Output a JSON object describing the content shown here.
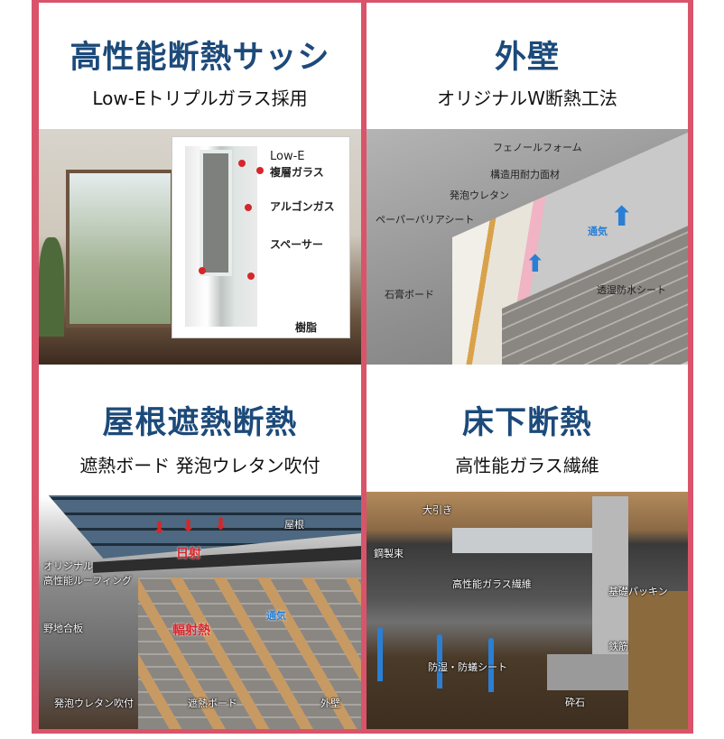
{
  "panels": [
    {
      "title": "高性能断熱サッシ",
      "subtitle": "Low-Eトリプルガラス採用",
      "labels": [
        "Low-E",
        "複層ガラス",
        "アルゴンガス",
        "スペーサー",
        "樹脂"
      ]
    },
    {
      "title": "外壁",
      "subtitle": "オリジナルW断熱工法",
      "labels": [
        "フェノールフォーム",
        "構造用耐力面材",
        "発泡ウレタン",
        "ペーパーバリアシート",
        "通気",
        "石膏ボード",
        "透湿防水シート"
      ]
    },
    {
      "title": "屋根遮熱断熱",
      "subtitle": "遮熱ボード 発泡ウレタン吹付",
      "labels": [
        "屋根",
        "日射",
        "オリジナル",
        "高性能ルーフィング",
        "野地合板",
        "通気",
        "輻射熱",
        "発泡ウレタン吹付",
        "遮熱ボード",
        "外壁"
      ]
    },
    {
      "title": "床下断熱",
      "subtitle": "高性能ガラス繊維",
      "labels": [
        "大引き",
        "鋼製束",
        "高性能ガラス繊維",
        "基礎パッキン",
        "鉄筋",
        "防湿・防蟻シート",
        "砕石"
      ]
    }
  ],
  "colors": {
    "frame": "#d9546a",
    "title": "#1c4a7a",
    "arrow_red": "#d6262a",
    "arrow_blue": "#2a7fd4"
  }
}
